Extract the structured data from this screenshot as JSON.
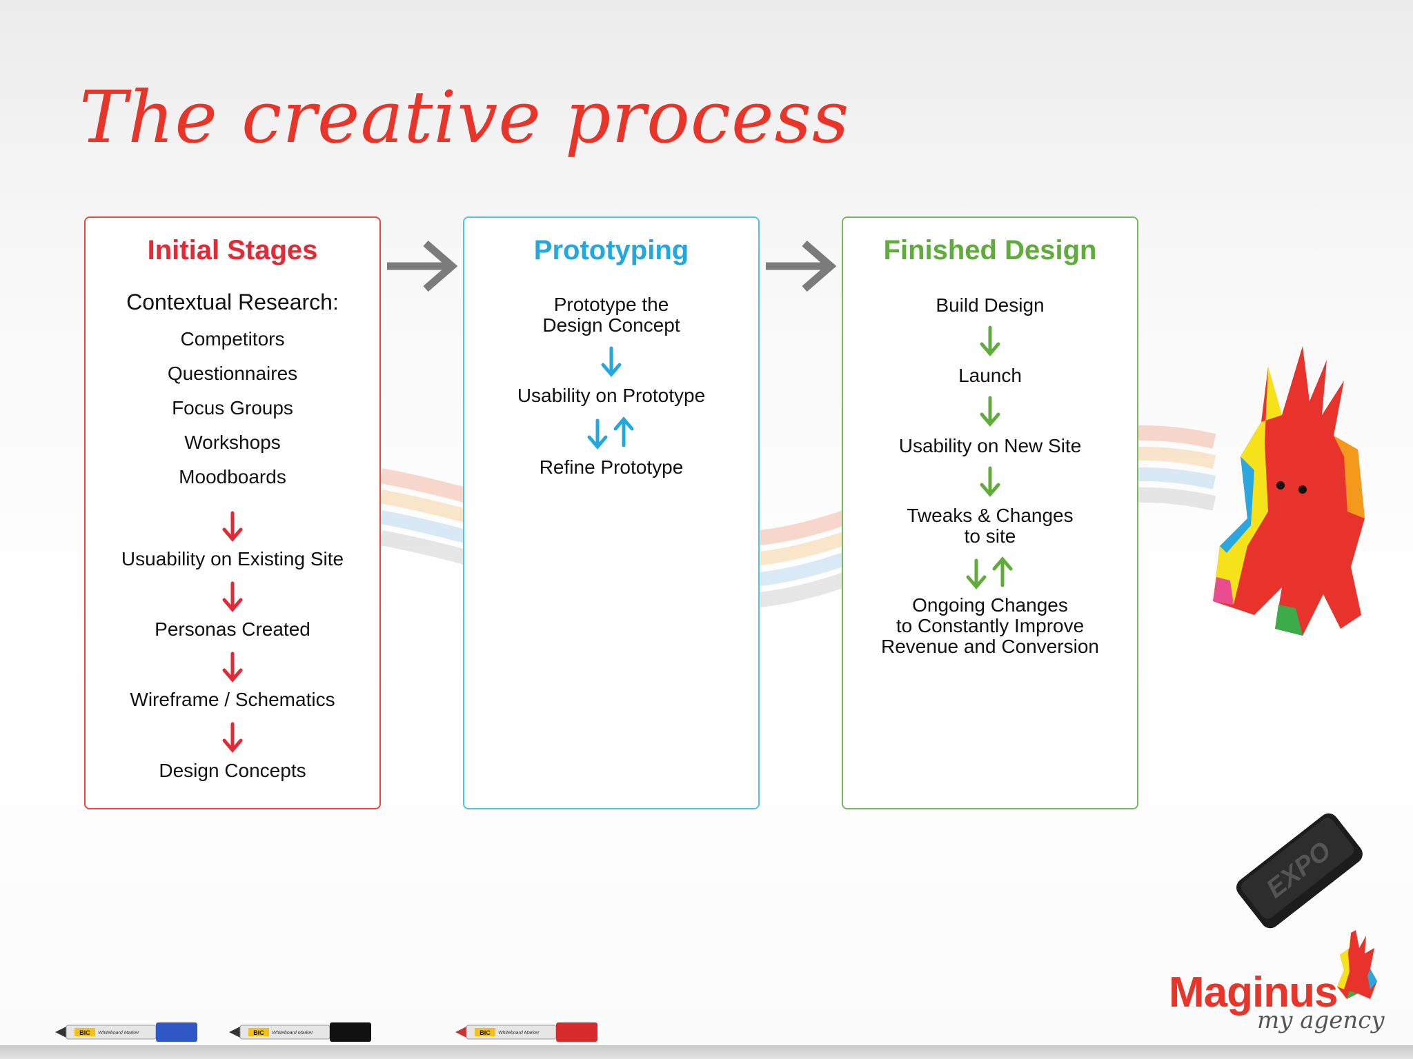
{
  "title": "The creative process",
  "colors": {
    "red": "#e22a36",
    "blue": "#22a8dd",
    "green": "#5fac3a",
    "connector": "#7b7b7b"
  },
  "columns": [
    {
      "title": "Initial Stages",
      "heading": "Contextual Research:",
      "items": [
        "Competitors",
        "Questionnaires",
        "Focus Groups",
        "Workshops",
        "Moodboards"
      ],
      "steps": [
        "Usuability on Existing Site",
        "Personas Created",
        "Wireframe / Schematics",
        "Design Concepts"
      ]
    },
    {
      "title": "Prototyping",
      "steps": [
        [
          "Prototype the",
          "Design Concept"
        ],
        "Usability on Prototype",
        "Refine Prototype"
      ]
    },
    {
      "title": "Finished Design",
      "steps": [
        "Build Design",
        "Launch",
        "Usability on New Site",
        [
          "Tweaks & Changes",
          "to site"
        ],
        [
          "Ongoing Changes",
          "to Constantly Improve",
          "Revenue and Conversion"
        ]
      ]
    }
  ],
  "logo": {
    "name": "Maginus",
    "tagline": "my agency"
  },
  "eraser_label": "EXPO",
  "markers": [
    {
      "brand": "BIC",
      "label": "Whiteboard Marker",
      "color": "#2f57c6"
    },
    {
      "brand": "BIC",
      "label": "Whiteboard Marker",
      "color": "#111111"
    },
    {
      "brand": "BIC",
      "label": "Whiteboard Marker",
      "color": "#d62b2b"
    }
  ]
}
